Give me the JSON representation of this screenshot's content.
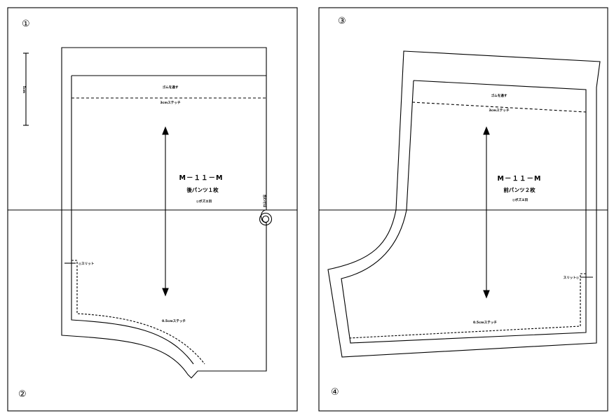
{
  "sheets": {
    "left": {
      "page_top_marker": "①",
      "page_bottom_marker": "②",
      "scale_label": "5cm",
      "waist_label": "ゴムを通す",
      "waist_stitch_label": "3cmステッチ",
      "style_code": "M－１１－M",
      "piece_name": "後パンツ１枚",
      "pattern_note": "◎ボズエ目",
      "side_label": "合わせ印",
      "slit_label": "◎スリット",
      "hem_label": "0.5cmステッチ"
    },
    "right": {
      "page_top_marker": "③",
      "page_bottom_marker": "④",
      "waist_label": "ゴムを通す",
      "waist_stitch_label": "3cmステッチ",
      "style_code": "M－１１－M",
      "piece_name": "前パンツ２枚",
      "pattern_note": "◎ボズエ目",
      "slit_label": "スリット◎",
      "hem_label": "0.5cmステッチ"
    }
  }
}
